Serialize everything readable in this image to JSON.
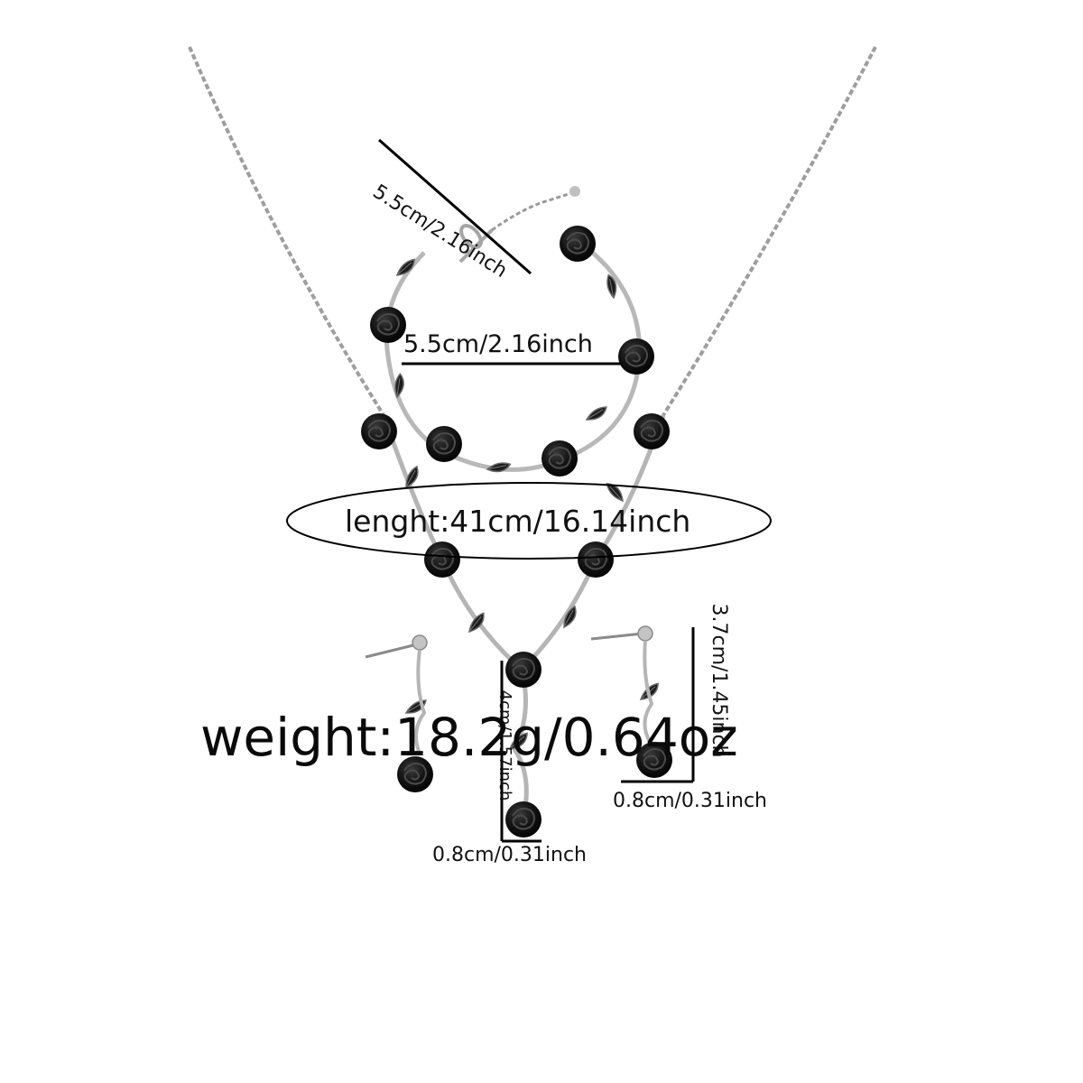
{
  "product": {
    "bracelet_diagonal_label": "5.5cm/2.16inch",
    "bracelet_width_label": "5.5cm/2.16inch",
    "necklace_length_label": "lenght:41cm/16.14inch",
    "pendant_height_label": "4cm/1.57inch",
    "pendant_width_label": "0.8cm/0.31inch",
    "earring_height_label": "3.7cm/1.45inch",
    "earring_width_label": "0.8cm/0.31inch",
    "weight_label": "weight:18.2g/0.64oz"
  },
  "colors": {
    "background": "#ffffff",
    "metal": "#b8b8b8",
    "metal_dark": "#7d7d7d",
    "rose": "#141414",
    "leaf": "#2a2a2a",
    "annotation": "#000000"
  }
}
